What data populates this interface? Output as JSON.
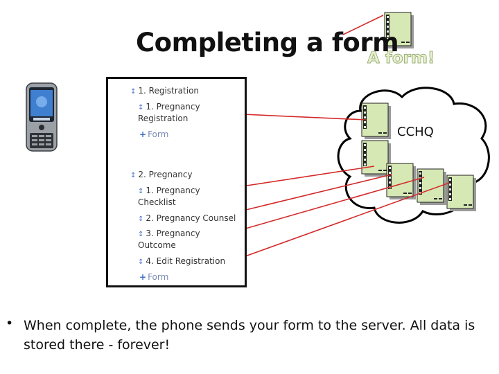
{
  "title": "Completing a form",
  "subtitle": "A form!",
  "cloud_label": "CCHQ",
  "form_tree": [
    {
      "text": "1. Registration",
      "kind": "module"
    },
    {
      "text": "1. Pregnancy",
      "kind": "form"
    },
    {
      "text": "Registration",
      "kind": "cont"
    },
    {
      "text": "Form",
      "kind": "add"
    },
    {
      "text": "2. Pregnancy",
      "kind": "module"
    },
    {
      "text": "1. Pregnancy",
      "kind": "form"
    },
    {
      "text": "Checklist",
      "kind": "cont"
    },
    {
      "text": "2. Pregnancy Counsel",
      "kind": "form"
    },
    {
      "text": "3. Pregnancy",
      "kind": "form"
    },
    {
      "text": "Outcome",
      "kind": "cont"
    },
    {
      "text": "4. Edit Registration",
      "kind": "form"
    },
    {
      "text": "Form",
      "kind": "add"
    }
  ],
  "bullet_glyph": "•",
  "body_text": "When complete, the phone sends your form to the server.  All data is stored there -  forever!",
  "colors": {
    "arrow": "#d42a2a",
    "document_fill": "#d6e8b4",
    "cloud_stroke": "#000000"
  },
  "icons": [
    "mobile-phone-icon",
    "document-icon",
    "cloud-icon"
  ]
}
